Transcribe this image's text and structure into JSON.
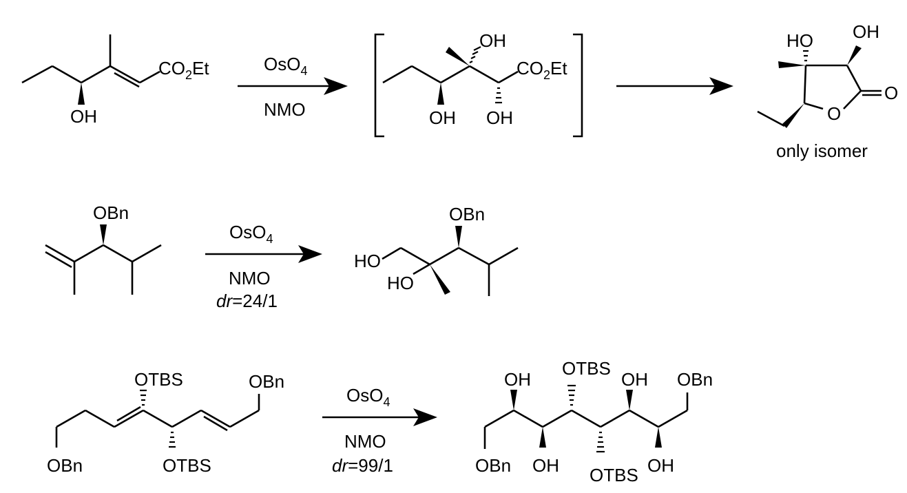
{
  "scheme": {
    "row1": {
      "reactant": {
        "labels": {
          "ester": "CO",
          "ester_sub": "2",
          "ester_tail": "Et",
          "hydroxyl": "OH"
        }
      },
      "arrow1": {
        "reagent_top": "OsO",
        "reagent_top_sub": "4",
        "reagent_bottom": "NMO"
      },
      "intermediate": {
        "labels": {
          "oh_top": "OH",
          "ester": "CO",
          "ester_sub": "2",
          "ester_tail": "Et",
          "oh_left": "OH",
          "oh_right": "OH"
        }
      },
      "product": {
        "labels": {
          "ho": "HO",
          "oh": "OH",
          "carbonyl_o": "O",
          "ring_o": "O"
        },
        "caption": "only isomer"
      }
    },
    "row2": {
      "reactant": {
        "labels": {
          "obn": "OBn"
        }
      },
      "arrow": {
        "reagent_top": "OsO",
        "reagent_top_sub": "4",
        "reagent_bottom": "NMO",
        "dr_label": "dr",
        "dr_value": "=24/1"
      },
      "product": {
        "labels": {
          "obn": "OBn",
          "ho_top": "HO",
          "ho_bottom": "HO"
        }
      }
    },
    "row3": {
      "reactant": {
        "labels": {
          "otbs_top": "OTBS",
          "obn_right": "OBn",
          "obn_left": "OBn",
          "otbs_bottom": "OTBS"
        }
      },
      "arrow": {
        "reagent_top": "OsO",
        "reagent_top_sub": "4",
        "reagent_bottom": "NMO",
        "dr_label": "dr",
        "dr_value": "=99/1"
      },
      "product": {
        "labels": {
          "oh1": "OH",
          "otbs_top": "OTBS",
          "oh2": "OH",
          "obn_right": "OBn",
          "obn_left": "OBn",
          "oh3": "OH",
          "otbs_bottom": "OTBS",
          "oh4": "OH"
        }
      }
    }
  }
}
